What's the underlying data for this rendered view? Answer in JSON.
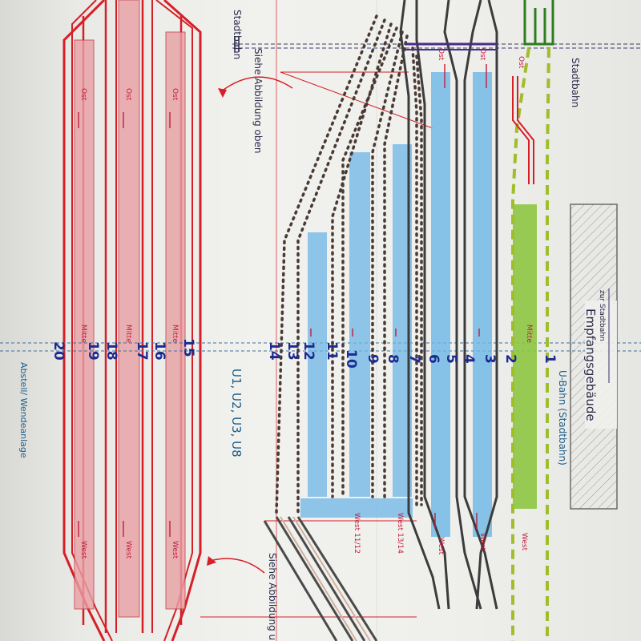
{
  "labels": {
    "stadtbahn_top_left": "Stadtbahn",
    "stadtbahn_top_right": "Stadtbahn",
    "siehe_oben": "Siehe Abbildung oben",
    "siehe_unten": "Siehe Abbildung u",
    "u_lines": "U1, U2, U3, U8",
    "ubahn": "U-Bahn (Stadtbahn)",
    "empfang": "Empfangsgebäude",
    "zur_stadtbahn": "zur Stadtbahn",
    "abstell": "Abstell/ Wendeanlage"
  },
  "track_numbers": [
    "1",
    "2",
    "3",
    "4",
    "5",
    "6",
    "7",
    "8",
    "9",
    "10",
    "11",
    "12",
    "13",
    "14",
    "15",
    "16",
    "17",
    "18",
    "19",
    "20"
  ],
  "platform_labels": {
    "ost": "Ost",
    "mitte": "Mitte",
    "west": "West",
    "west_pairs": [
      "West 11/12",
      "West 13/14"
    ]
  },
  "colors": {
    "red": "#d61f26",
    "pink_fill": "#e8a0a4",
    "blue_fill": "#6cb6e6",
    "green_fill": "#8ec641",
    "green_dash": "#9fbe2a",
    "dark_green": "#2e7d1f",
    "black": "#333",
    "purple": "#4a2a8a",
    "navy": "#1c2b8f"
  },
  "icons": [
    "arrow-icon"
  ]
}
